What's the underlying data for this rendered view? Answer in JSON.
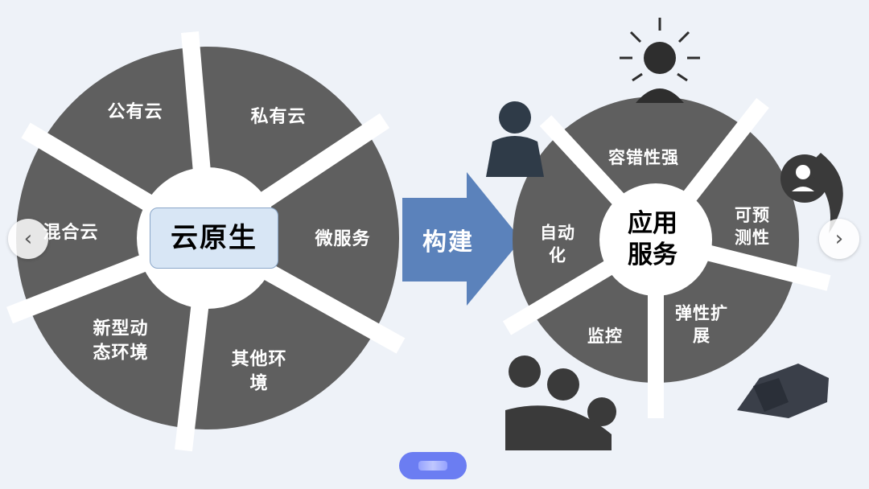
{
  "colors": {
    "background": "#eef2f8",
    "wheel_dark": "#606060",
    "wheel_light": "#5a5a5a",
    "center_box": "#d8e6f5",
    "arrow": "#5b82bb",
    "pager": "#6b7df2"
  },
  "left_wheel": {
    "center_label": "云原生",
    "segments": [
      {
        "label": "公有云"
      },
      {
        "label": "私有云"
      },
      {
        "label": "微服务"
      },
      {
        "label": "其他环\n境"
      },
      {
        "label": "新型动\n态环境"
      },
      {
        "label": "混合云"
      }
    ]
  },
  "arrow": {
    "label": "构建"
  },
  "right_wheel": {
    "center_label": "应用\n服务",
    "segments": [
      {
        "label": "容错性强"
      },
      {
        "label": "可预\n测性"
      },
      {
        "label": "弹性扩\n展"
      },
      {
        "label": "监控"
      },
      {
        "label": "自动\n化"
      }
    ]
  },
  "icons": [
    "presenter-idea-icon",
    "business-man-icon",
    "user-speech-bubble-icon",
    "meeting-people-icon",
    "handshake-icon"
  ],
  "nav": {
    "prev_icon": "chevron-left-icon",
    "next_icon": "chevron-right-icon"
  }
}
